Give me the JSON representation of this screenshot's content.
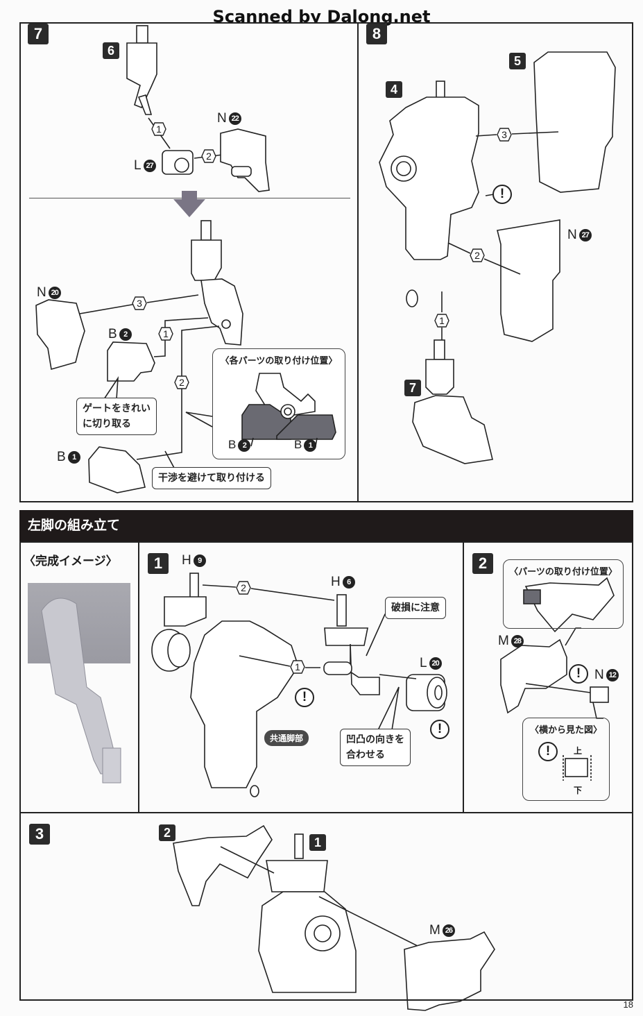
{
  "watermark": "Scanned by Dalong.net",
  "page_number": "18",
  "step7": {
    "number": "7",
    "sub_ref": "6",
    "parts": [
      {
        "letter": "N",
        "num": "22"
      },
      {
        "letter": "L",
        "num": "27"
      },
      {
        "letter": "N",
        "num": "20"
      },
      {
        "letter": "B",
        "num": "2"
      },
      {
        "letter": "B",
        "num": "1"
      }
    ],
    "order_marks": [
      "1",
      "2",
      "3",
      "1",
      "2"
    ],
    "callouts": {
      "gate": "ゲートをきれい\nに切り取る",
      "gate_line1": "ゲートをきれい",
      "gate_line2": "に切り取る",
      "interference": "干渉を避けて取り付ける"
    },
    "infobox": {
      "caption": "〈各パーツの取り付け位置〉",
      "labels": [
        {
          "letter": "B",
          "num": "2"
        },
        {
          "letter": "B",
          "num": "1"
        }
      ]
    }
  },
  "step8": {
    "number": "8",
    "sub_refs": [
      "4",
      "5",
      "7"
    ],
    "parts": [
      {
        "letter": "N",
        "num": "27"
      }
    ],
    "order_marks": [
      "3",
      "2",
      "1"
    ],
    "warning": "!"
  },
  "section": {
    "title": "左脚の組み立て",
    "completion_label": "〈完成イメージ〉"
  },
  "left_step1": {
    "number": "1",
    "parts": [
      {
        "letter": "H",
        "num": "9"
      },
      {
        "letter": "H",
        "num": "6"
      },
      {
        "letter": "L",
        "num": "20"
      }
    ],
    "order_marks": [
      "2",
      "1"
    ],
    "badge": "共通脚部",
    "callouts": {
      "damage": "破損に注意",
      "align_line1": "凹凸の向きを",
      "align_line2": "合わせる"
    },
    "warning": "!"
  },
  "left_step2": {
    "number": "2",
    "infobox_top_caption": "〈パーツの取り付け位置〉",
    "parts": [
      {
        "letter": "M",
        "num": "28"
      },
      {
        "letter": "N",
        "num": "12"
      }
    ],
    "infobox_side_caption": "〈横から見た図〉",
    "up_label": "上",
    "down_label": "下",
    "warning": "!"
  },
  "left_step3": {
    "number": "3",
    "sub_refs": [
      "2",
      "1"
    ],
    "parts": [
      {
        "letter": "M",
        "num": "26"
      }
    ]
  }
}
